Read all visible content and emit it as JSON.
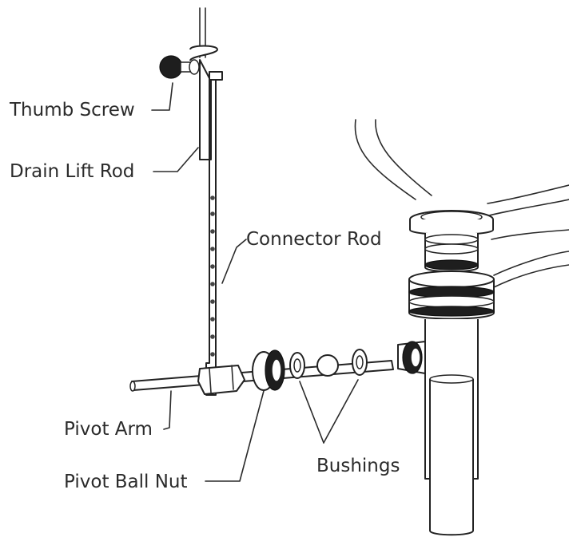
{
  "labels": {
    "thumb_screw": "Thumb Screw",
    "drain_lift_rod": "Drain Lift Rod",
    "connector_rod": "Connector Rod",
    "pivot_arm": "Pivot Arm",
    "pivot_ball_nut": "Pivot Ball Nut",
    "bushings": "Bushings"
  },
  "colors": {
    "line": "#2a2a2a",
    "text": "#2b2b2b",
    "dark_part": "#1e1e1e",
    "background": "#ffffff"
  }
}
